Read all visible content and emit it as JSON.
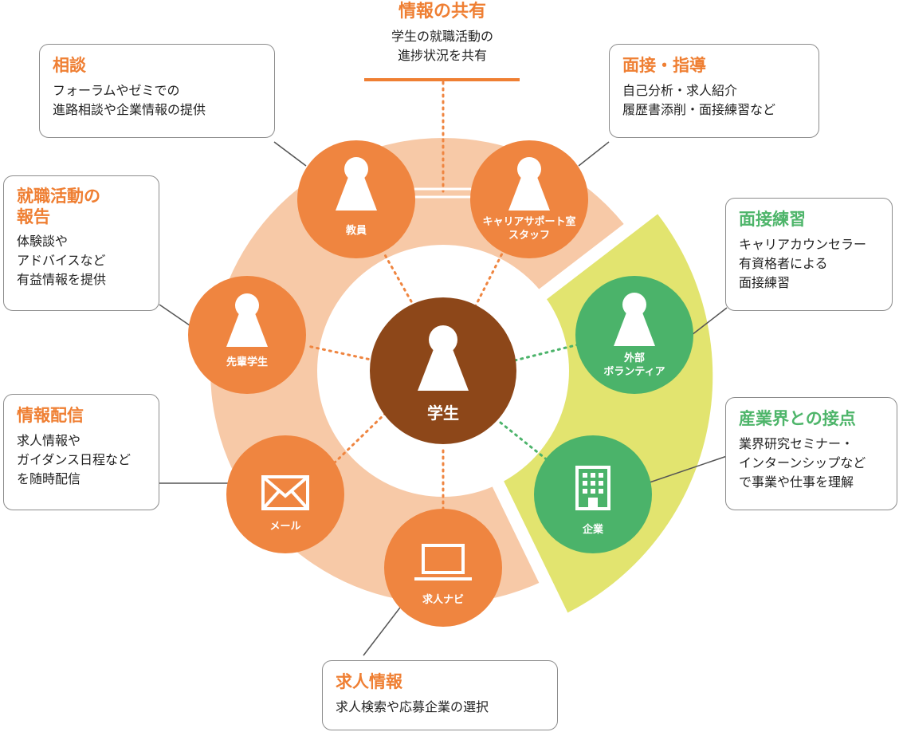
{
  "top": {
    "title": "情報の共有",
    "text": "学生の就職活動の\n進捗状況を共有"
  },
  "callouts": {
    "consult": {
      "title": "相談",
      "text": "フォーラムやゼミでの\n進路相談や企業情報の提供"
    },
    "report": {
      "title": "就職活動の\n報告",
      "text": "体験談や\nアドバイスなど\n有益情報を提供"
    },
    "delivery": {
      "title": "情報配信",
      "text": "求人情報や\nガイダンス日程など\nを随時配信"
    },
    "jobs": {
      "title": "求人情報",
      "text": "求人検索や応募企業の選択"
    },
    "guidance": {
      "title": "面接・指導",
      "text": "自己分析・求人紹介\n履歴書添削・面接練習など"
    },
    "practice": {
      "title": "面接練習",
      "text": "キャリアカウンセラー\n有資格者による\n面接練習"
    },
    "industry": {
      "title": "産業界との接点",
      "text": "業界研究セミナー・\nインターンシップなど\nで事業や仕事を理解"
    }
  },
  "nodes": {
    "student": "学生",
    "teacher": "教員",
    "career_staff": "キャリアサポート室\nスタッフ",
    "senior": "先輩学生",
    "mail": "メール",
    "job_navi": "求人ナビ",
    "external": "外部\nボランティア",
    "company": "企業"
  },
  "colors": {
    "orange": "#ef8540",
    "orange_text": "#ef7f33",
    "peach_ring": "#f7c9a7",
    "lime_ring": "#e2e46f",
    "green": "#4bb36a",
    "green_text": "#4eb56a",
    "brown": "#8d4719"
  },
  "icons": {
    "person": "person-keyhole-icon",
    "mail": "envelope-icon",
    "job_navi": "laptop-icon",
    "company": "building-icon"
  }
}
